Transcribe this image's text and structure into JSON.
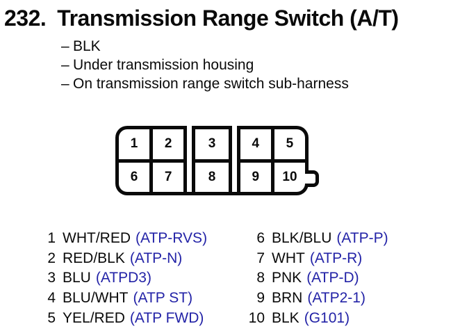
{
  "header": {
    "number": "232.",
    "title": "Transmission Range Switch (A/T)"
  },
  "notes": {
    "marker": "–",
    "items": [
      "BLK",
      "Under transmission housing",
      "On transmission range switch sub-harness"
    ]
  },
  "connector": {
    "cells": [
      "1",
      "2",
      "3",
      "4",
      "5",
      "6",
      "7",
      "8",
      "9",
      "10"
    ]
  },
  "pins": [
    {
      "no": "1",
      "wire": "WHT/RED",
      "code": "(ATP-RVS)"
    },
    {
      "no": "2",
      "wire": "RED/BLK",
      "code": "(ATP-N)"
    },
    {
      "no": "3",
      "wire": "BLU",
      "code": "(ATPD3)"
    },
    {
      "no": "4",
      "wire": "BLU/WHT",
      "code": "(ATP ST)"
    },
    {
      "no": "5",
      "wire": "YEL/RED",
      "code": "(ATP FWD)"
    },
    {
      "no": "6",
      "wire": "BLK/BLU",
      "code": "(ATP-P)"
    },
    {
      "no": "7",
      "wire": "WHT",
      "code": "(ATP-R)"
    },
    {
      "no": "8",
      "wire": "PNK",
      "code": "(ATP-D)"
    },
    {
      "no": "9",
      "wire": "BRN",
      "code": "(ATP2-1)"
    },
    {
      "no": "10",
      "wire": "BLK",
      "code": "(G101)"
    }
  ],
  "colors": {
    "accent_blue": "#2323a7",
    "ink": "#0a0a0a",
    "background": "#ffffff"
  }
}
